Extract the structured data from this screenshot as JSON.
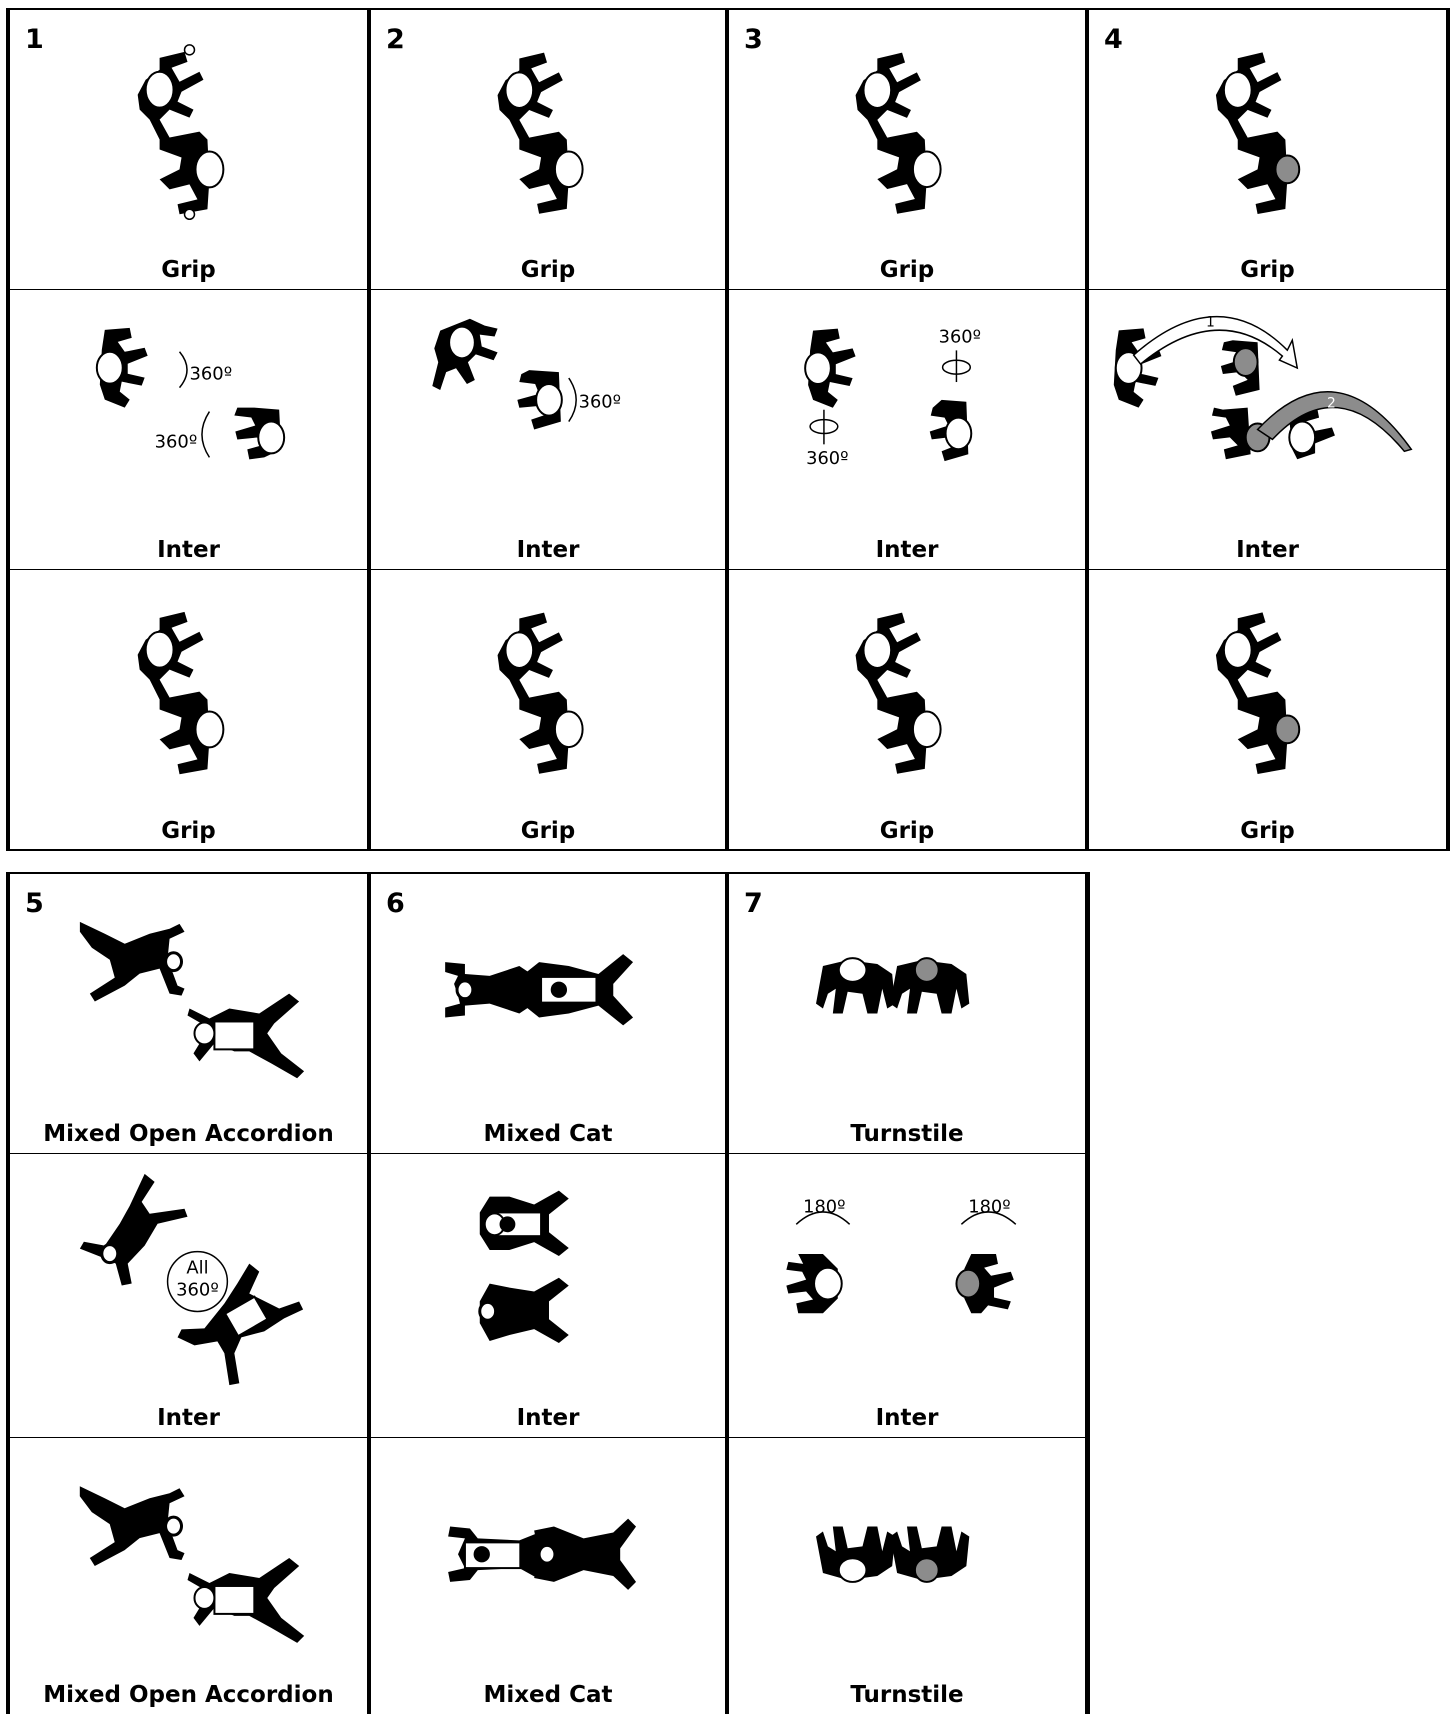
{
  "groups": [
    {
      "number": "1",
      "cells": [
        {
          "label": "Grip"
        },
        {
          "label": "Inter",
          "annotations": [
            "360º",
            "360º"
          ]
        },
        {
          "label": "Grip"
        }
      ]
    },
    {
      "number": "2",
      "cells": [
        {
          "label": "Grip"
        },
        {
          "label": "Inter",
          "annotations": [
            "360º"
          ]
        },
        {
          "label": "Grip"
        }
      ]
    },
    {
      "number": "3",
      "cells": [
        {
          "label": "Grip"
        },
        {
          "label": "Inter",
          "annotations": [
            "360º",
            "360º"
          ]
        },
        {
          "label": "Grip"
        }
      ]
    },
    {
      "number": "4",
      "cells": [
        {
          "label": "Grip"
        },
        {
          "label": "Inter",
          "annotations": [
            "1",
            "2"
          ]
        },
        {
          "label": "Grip"
        }
      ]
    },
    {
      "number": "5",
      "cells": [
        {
          "label": "Mixed Open Accordion"
        },
        {
          "label": "Inter",
          "annotations": [
            "All",
            "360º"
          ]
        },
        {
          "label": "Mixed Open Accordion"
        }
      ]
    },
    {
      "number": "6",
      "cells": [
        {
          "label": "Mixed Cat"
        },
        {
          "label": "Inter"
        },
        {
          "label": "Mixed Cat"
        }
      ]
    },
    {
      "number": "7",
      "cells": [
        {
          "label": "Turnstile"
        },
        {
          "label": "Inter",
          "annotations": [
            "180º",
            "180º"
          ]
        },
        {
          "label": "Turnstile"
        }
      ]
    }
  ],
  "colors": {
    "line": "#000000",
    "highlight": "#8c8c8c",
    "background": "#ffffff"
  }
}
